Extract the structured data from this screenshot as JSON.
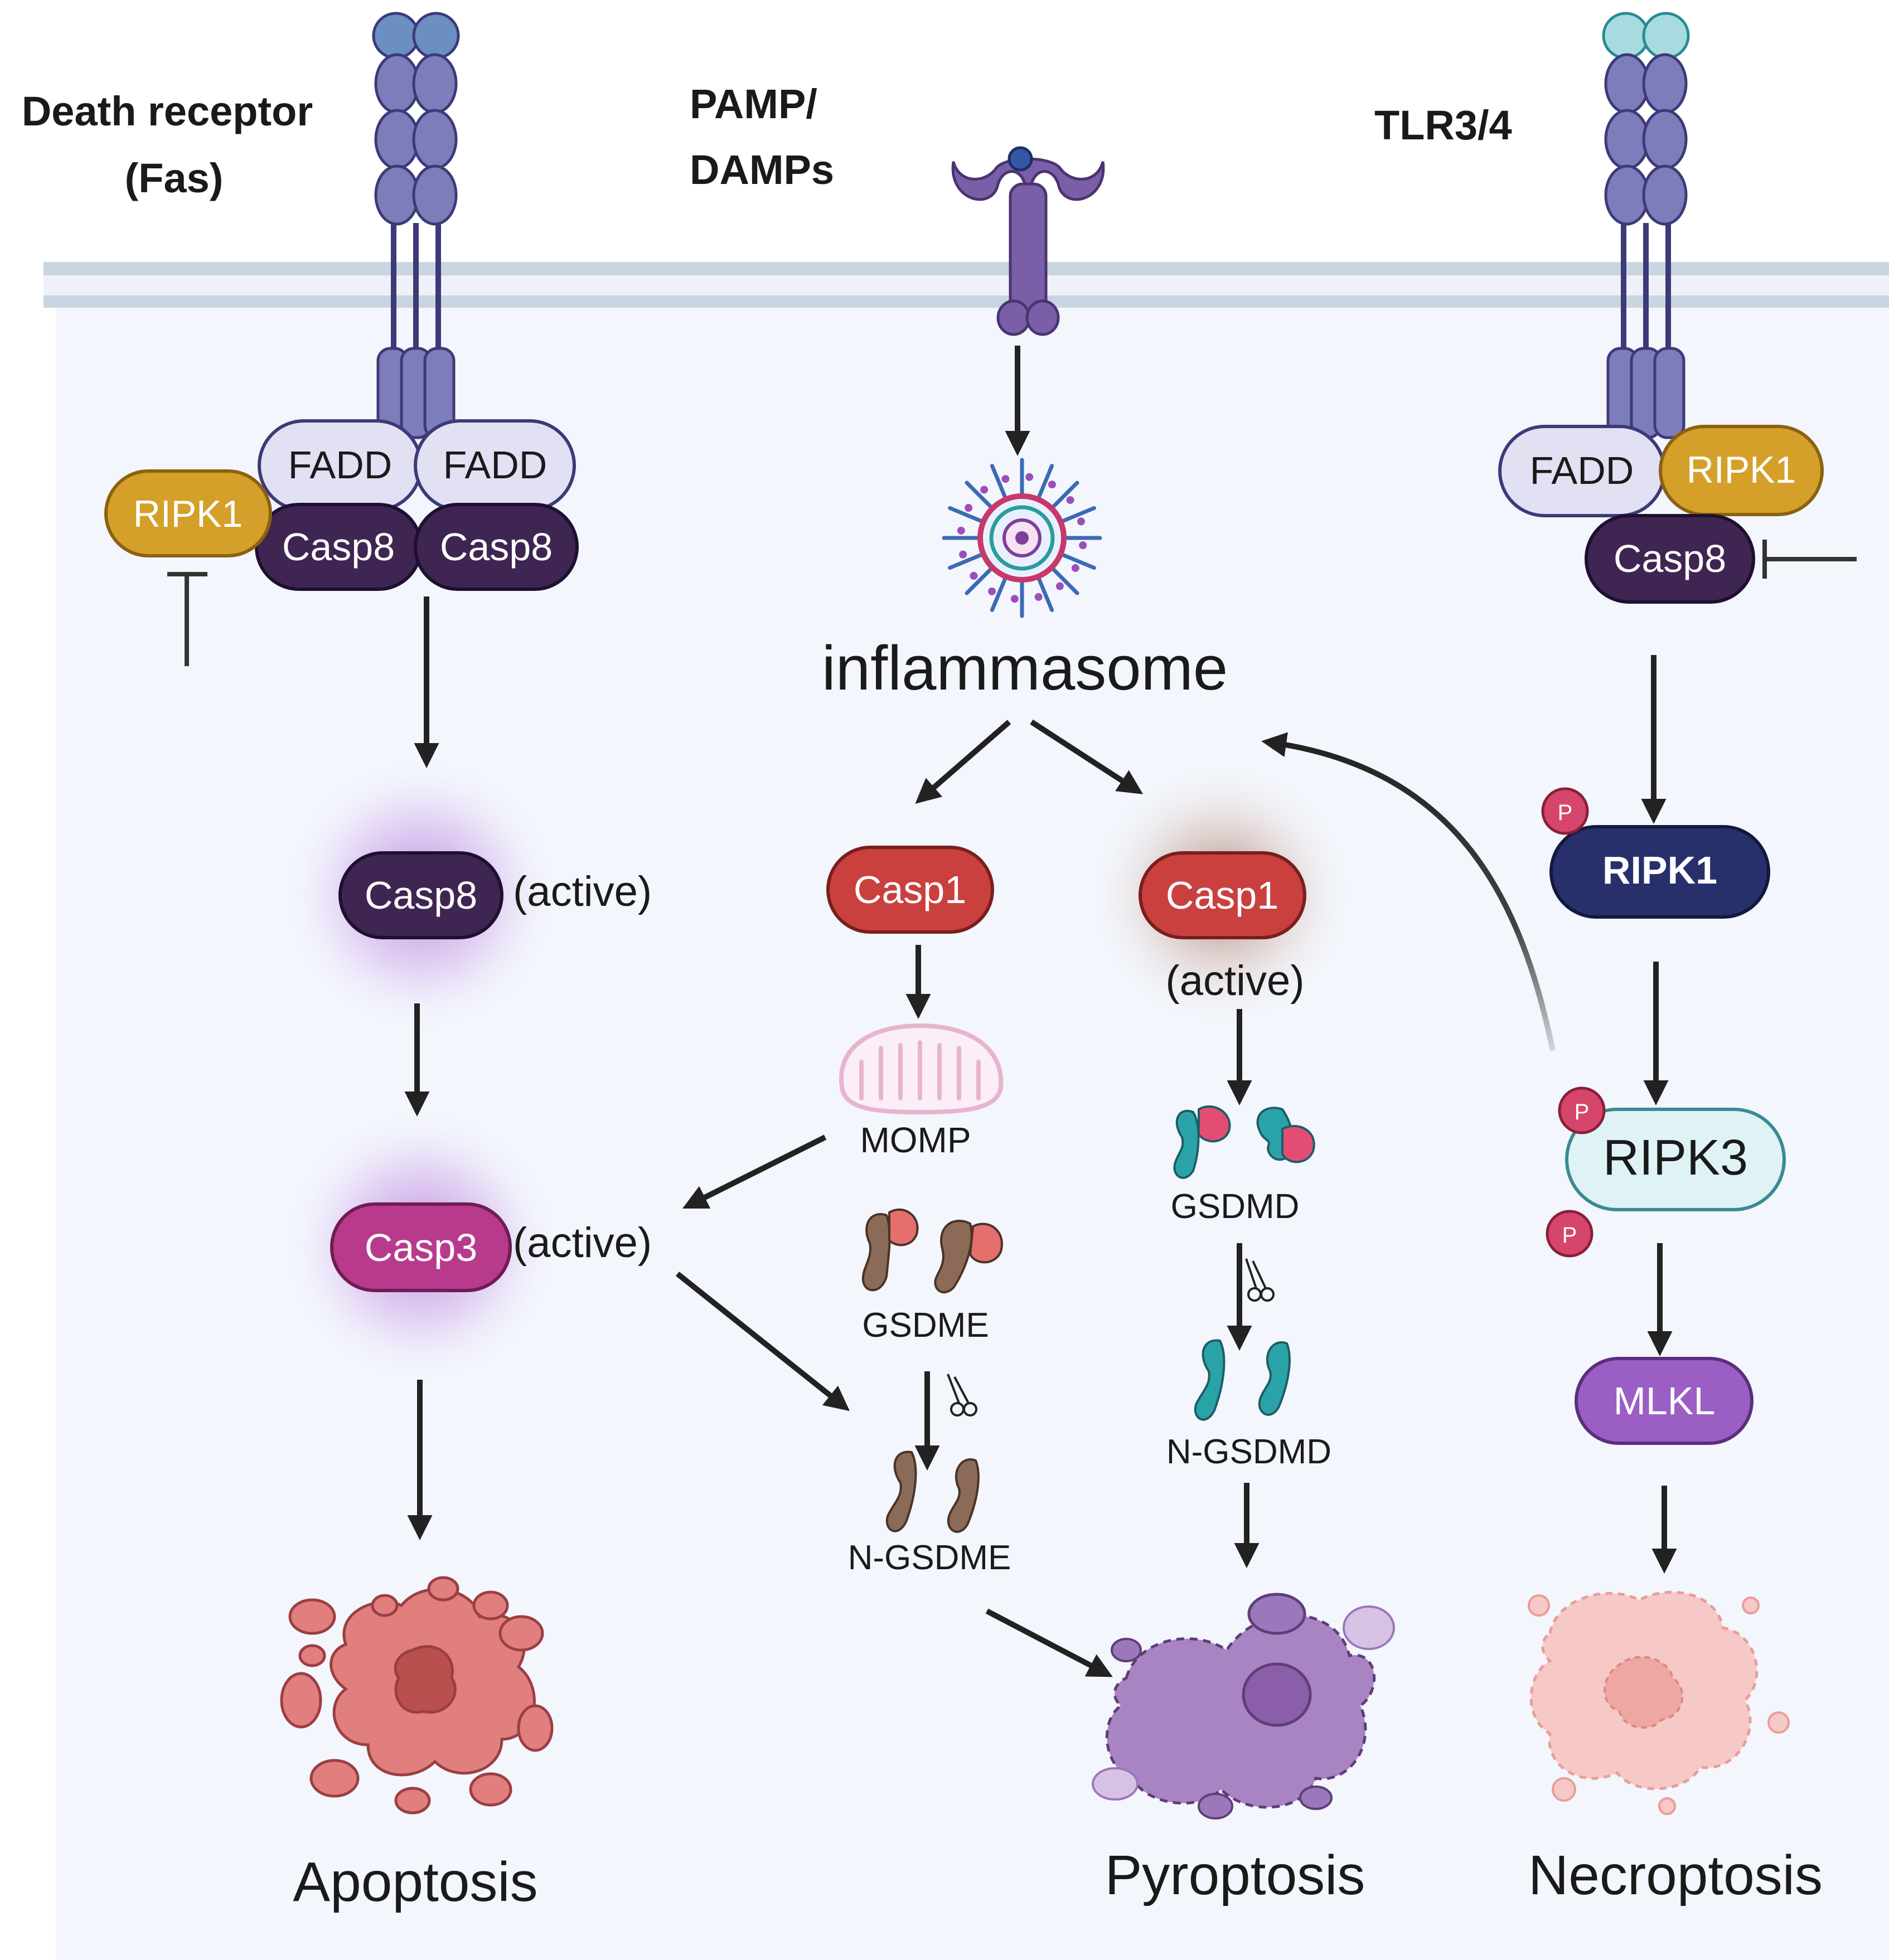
{
  "labels": {
    "death_receptor_line1": "Death receptor",
    "death_receptor_line2": "(Fas)",
    "pamp_line1": "PAMP/",
    "pamp_line2": "DAMPs",
    "tlr": "TLR3/4",
    "inflammasome": "inflammasome",
    "active": "(active)",
    "momp": "MOMP",
    "gsdme": "GSDME",
    "n_gsdme": "N-GSDME",
    "gsdmd": "GSDMD",
    "n_gsdmd": "N-GSDMD",
    "phospho": "P"
  },
  "nodes": {
    "fadd": "FADD",
    "casp8": "Casp8",
    "ripk1": "RIPK1",
    "casp1": "Casp1",
    "casp3": "Casp3",
    "ripk3": "RIPK3",
    "mlkl": "MLKL"
  },
  "outcomes": {
    "apoptosis": "Apoptosis",
    "pyroptosis": "Pyroptosis",
    "necroptosis": "Necroptosis"
  },
  "colors": {
    "receptor": "#7e7dbb",
    "receptor_stroke": "#3d3a78",
    "fadd_fill": "#e2e0f3",
    "casp8_fill": "#3f2552",
    "ripk1_fill": "#d4a02a",
    "casp1_fill": "#c9403f",
    "casp3_fill": "#b83a8c",
    "ripk1_p_fill": "#27306b",
    "ripk3_fill": "#dff3f7",
    "ripk3_stroke": "#3a8a95",
    "mlkl_fill": "#9b5ec4",
    "phospho_fill": "#d6466a",
    "membrane": "#c9d5e1",
    "cytoplasm": "#f3f6fc"
  }
}
